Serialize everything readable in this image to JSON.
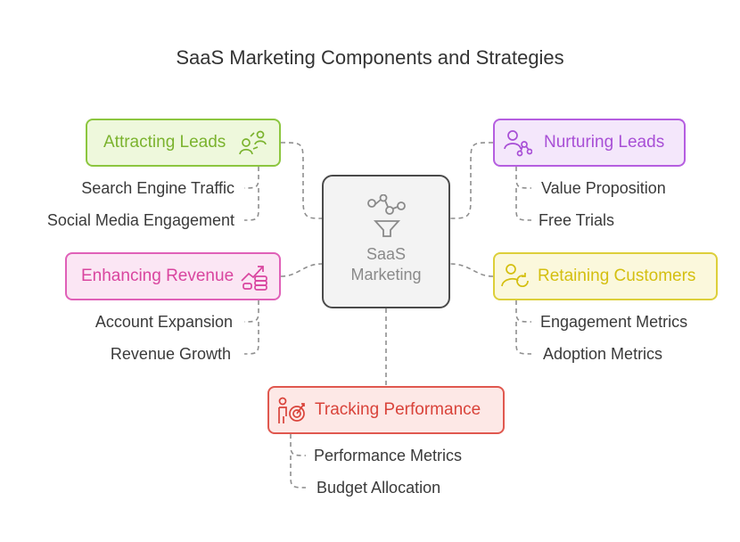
{
  "title": "SaaS Marketing Components and Strategies",
  "center": {
    "line1": "SaaS",
    "line2": "Marketing",
    "icon": "funnel-network-icon"
  },
  "colors": {
    "attracting": {
      "border": "#8cc63f",
      "fill": "#eef8dc",
      "text": "#7bb32e"
    },
    "nurturing": {
      "border": "#b55ee0",
      "fill": "#f4e7fb",
      "text": "#a84fd6"
    },
    "enhancing": {
      "border": "#e060b8",
      "fill": "#fbe6f4",
      "text": "#d9459f"
    },
    "retaining": {
      "border": "#ddcf3a",
      "fill": "#fbf8dc",
      "text": "#d4bf10"
    },
    "tracking": {
      "border": "#e0584f",
      "fill": "#fde8e6",
      "text": "#d9433a"
    }
  },
  "groups": {
    "attracting": {
      "label": "Attracting Leads",
      "icon": "people-connect-icon",
      "items": [
        "Search Engine Traffic",
        "Social Media Engagement"
      ]
    },
    "nurturing": {
      "label": "Nurturing Leads",
      "icon": "user-network-icon",
      "items": [
        "Value Proposition",
        "Free Trials"
      ]
    },
    "enhancing": {
      "label": "Enhancing Revenue",
      "icon": "growth-coins-icon",
      "items": [
        "Account Expansion",
        "Revenue Growth"
      ]
    },
    "retaining": {
      "label": "Retaining Customers",
      "icon": "user-refresh-icon",
      "items": [
        "Engagement Metrics",
        "Adoption Metrics"
      ]
    },
    "tracking": {
      "label": "Tracking Performance",
      "icon": "target-person-icon",
      "items": [
        "Performance Metrics",
        "Budget Allocation"
      ]
    }
  }
}
